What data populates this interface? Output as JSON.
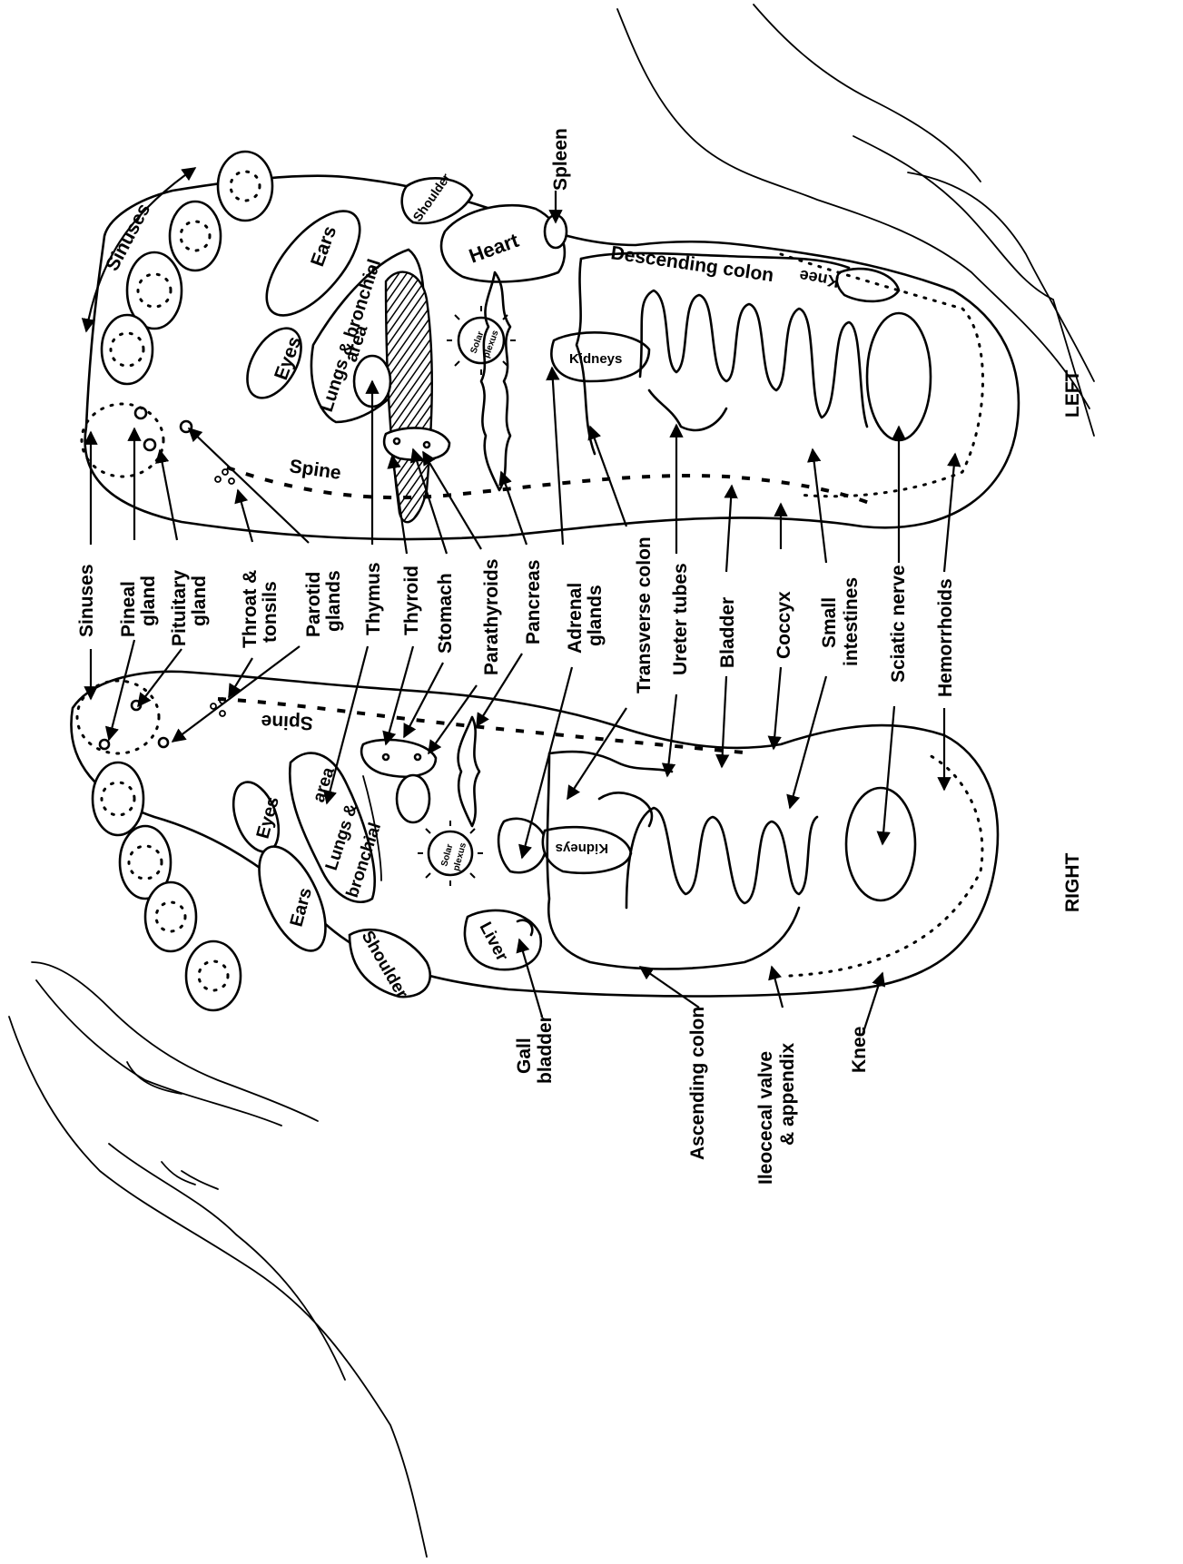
{
  "labels": {
    "sinuses_top": "Sinuses",
    "sinuses": "Sinuses",
    "pineal_1": "Pineal",
    "pineal_2": "gland",
    "pituitary_1": "Pituitary",
    "pituitary_2": "gland",
    "throat_1": "Throat &",
    "throat_2": "tonsils",
    "parotid_1": "Parotid",
    "parotid_2": "glands",
    "thymus": "Thymus",
    "thyroid": "Thyroid",
    "stomach": "Stomach",
    "parathyroids": "Parathyroids",
    "pancreas": "Pancreas",
    "adrenal_1": "Adrenal",
    "adrenal_2": "glands",
    "transverse_colon": "Transverse colon",
    "ureter_tubes": "Ureter tubes",
    "bladder": "Bladder",
    "coccyx": "Coccyx",
    "small_int_1": "Small",
    "small_int_2": "intestines",
    "sciatic_nerve": "Sciatic nerve",
    "hemorrhoids": "Hemorrhoids",
    "gall_1": "Gall",
    "gall_2": "bladder",
    "ascending_colon": "Ascending colon",
    "ileocecal_1": "Ileocecal valve",
    "ileocecal_2": "& appendix",
    "knee": "Knee",
    "right": "RIGHT",
    "left": "LEFT",
    "spleen": "Spleen",
    "shoulder": "Shoulder",
    "heart": "Heart",
    "ears": "Ears",
    "eyes": "Eyes",
    "lungs_1": "Lungs & bronchial",
    "lungs_2": "area",
    "solar_1": "Solar",
    "solar_2": "plexus",
    "kidneys": "Kidneys",
    "descending_colon": "Descending colon",
    "spine": "Spine",
    "lungs_r1": "Lungs &",
    "lungs_r2": "bronchial",
    "lungs_r3": "area",
    "liver": "Liver"
  }
}
